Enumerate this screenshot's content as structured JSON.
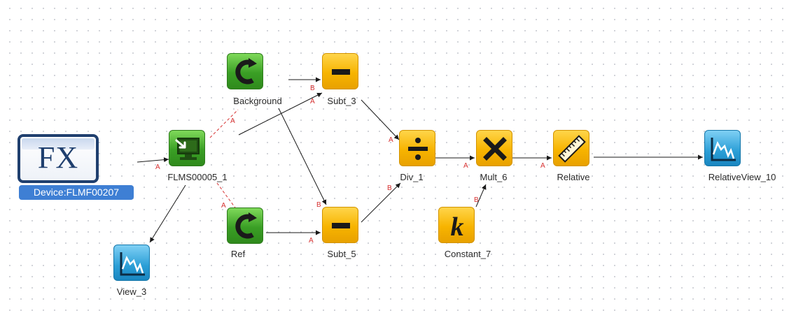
{
  "device": {
    "text": "FX",
    "label": "Device:FLMF00207"
  },
  "nodes": {
    "flms": "FLMS00005_1",
    "background": "Background",
    "ref": "Ref",
    "subt3": "Subt_3",
    "subt5": "Subt_5",
    "div1": "Div_1",
    "mult6": "Mult_6",
    "constant7": "Constant_7",
    "relative": "Relative",
    "relview10": "RelativeView_10",
    "view3": "View_3"
  },
  "ports": {
    "a": "A",
    "b": "B"
  },
  "colors": {
    "green_node": "#3a9f25",
    "orange_node": "#f7b400",
    "blue_node": "#2a9ed6",
    "device_border": "#1f3f6e",
    "device_label": "#3e7fd4",
    "port_label": "#d63030"
  },
  "icons": {
    "flms": "monitor-import-icon",
    "background": "refresh-icon",
    "ref": "refresh-icon",
    "subt3": "minus-icon",
    "subt5": "minus-icon",
    "div1": "divide-icon",
    "mult6": "multiply-icon",
    "constant7": "constant-k-icon",
    "relative": "ruler-icon",
    "relview10": "chart-view-icon",
    "view3": "chart-view-icon"
  }
}
